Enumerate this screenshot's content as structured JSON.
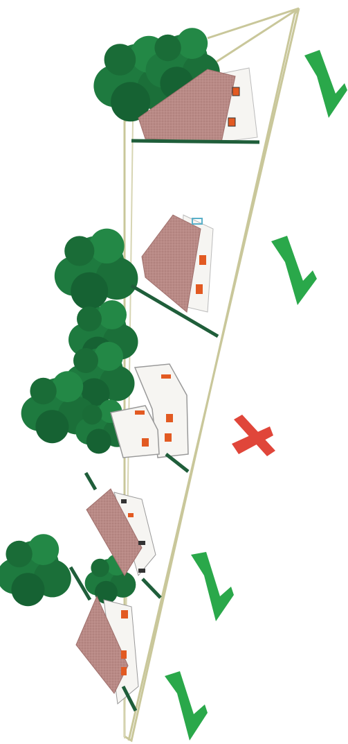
{
  "colors": {
    "panel_outline": "#c9c79a",
    "roof": "#b98a86",
    "roof_shade": "#a6716d",
    "wall": "#f6f5f2",
    "window": "#e25a22",
    "tree": "#1e7a3f",
    "tree_dark": "#155d2f",
    "ground_line": "#1f5e3a",
    "check": "#2aa84a",
    "cross": "#e0463a"
  },
  "diagram": {
    "rows": [
      {
        "verdict": "check",
        "verdict_icon": "check-icon"
      },
      {
        "verdict": "check",
        "verdict_icon": "check-icon"
      },
      {
        "verdict": "cross",
        "verdict_icon": "cross-icon"
      },
      {
        "verdict": "check",
        "verdict_icon": "check-icon"
      },
      {
        "verdict": "check",
        "verdict_icon": "check-icon"
      }
    ]
  }
}
